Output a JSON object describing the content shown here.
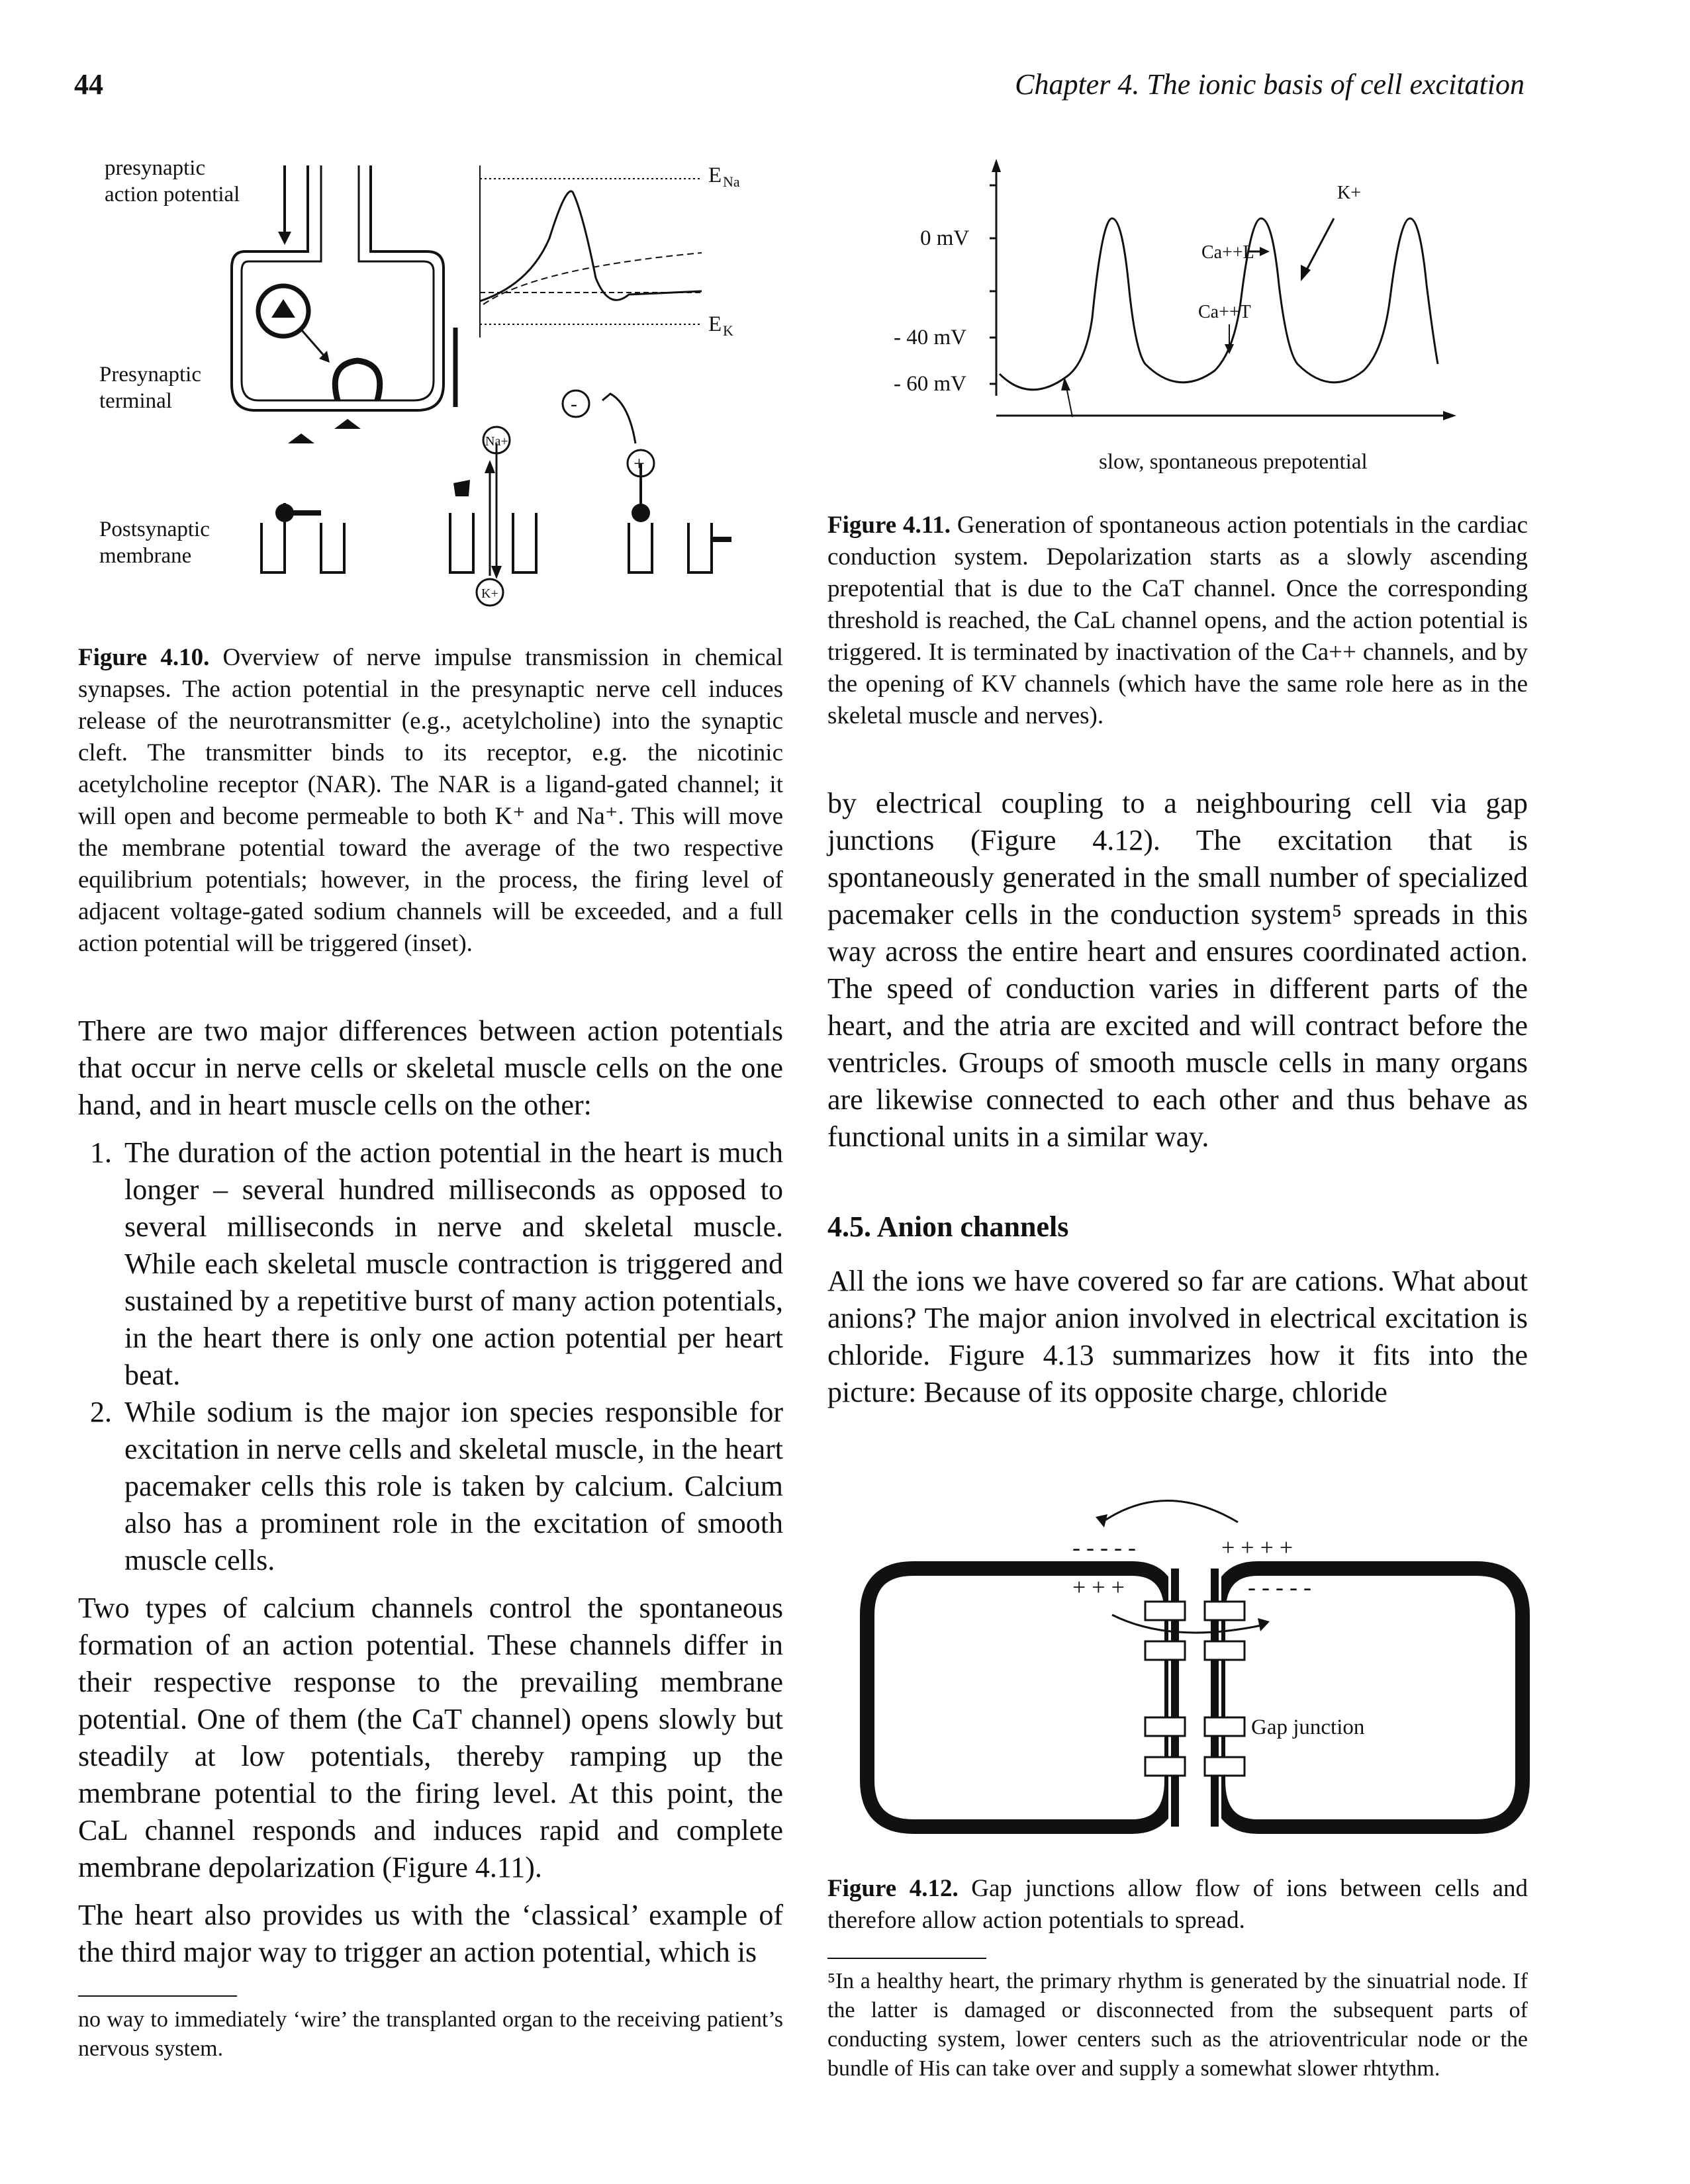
{
  "header": {
    "page_number": "44",
    "running_title": "Chapter 4. The ionic basis of cell excitation"
  },
  "fig410": {
    "labels": {
      "presynaptic_ap_line1": "presynaptic",
      "presynaptic_ap_line2": "action potential",
      "presynaptic_terminal_line1": "Presynaptic",
      "presynaptic_terminal_line2": "terminal",
      "postsynaptic_line1": "Postsynaptic",
      "postsynaptic_line2": "membrane",
      "e_na": "E",
      "e_na_sub": "Na",
      "e_k": "E",
      "e_k_sub": "K",
      "na_ion": "Na+",
      "k_ion": "K+",
      "minus": "-",
      "plus": "+"
    },
    "caption_label": "Figure 4.10.",
    "caption_text": "Overview of nerve impulse transmission in chemical synapses. The action potential in the presynaptic nerve cell induces release of the neurotransmitter (e.g., acetylcholine) into the synaptic cleft. The transmitter binds to its receptor, e.g. the nicotinic acetylcholine receptor (NAR). The NAR is a ligand-gated channel; it will open and become permeable to both K⁺ and Na⁺. This will move the membrane potential toward the average of the two respective equilibrium potentials; however, in the process, the firing level of adjacent voltage-gated sodium channels will be exceeded, and a full action potential will be triggered (inset)."
  },
  "fig411": {
    "labels": {
      "zero_mv": "0 mV",
      "minus40": "- 40 mV",
      "minus60": "- 60 mV",
      "ca_l": "Ca++L",
      "ca_t": "Ca++T",
      "k_plus": "K+",
      "prepotential": "slow, spontaneous prepotential"
    },
    "caption_label": "Figure 4.11.",
    "caption_text": "Generation of spontaneous action potentials in the cardiac conduction system. Depolarization starts as a slowly ascending prepotential that is due to the CaT channel. Once the corresponding threshold is reached, the CaL channel opens, and the action potential is triggered. It is terminated by inactivation of the Ca++ channels, and by the opening of KV channels (which have the same role here as in the skeletal muscle and nerves)."
  },
  "left_body": {
    "para1": "There are two major differences between action potentials that occur in nerve cells or skeletal muscle cells on the one hand, and in heart muscle cells on the other:",
    "items": [
      "The duration of the action potential in the heart is much longer – several hundred milliseconds as opposed to several milliseconds in nerve and skeletal muscle. While each skeletal muscle contraction is triggered and sustained by a repetitive burst of many action potentials, in the heart there is only one action potential per heart beat.",
      "While sodium is the major ion species responsible for excitation in nerve cells and skeletal muscle, in the heart pacemaker cells this role is taken by calcium. Calcium also has a prominent role in the excitation of smooth muscle cells."
    ],
    "para2": "Two types of calcium channels control the spontaneous formation of an action potential. These channels differ in their respective response to the prevailing membrane potential. One of them (the CaT channel) opens slowly but steadily at low potentials, thereby ramping up the membrane potential to the firing level. At this point, the CaL channel responds and induces rapid and complete membrane depolarization (Figure 4.11).",
    "para3": "The heart also provides us with the ‘classical’ example of the third major way to trigger an action potential, which is",
    "footnote_cont": "no way to immediately ‘wire’ the transplanted organ to the receiving patient’s nervous system."
  },
  "right_body": {
    "para1": "by electrical coupling to a neighbouring cell via gap junctions (Figure 4.12). The excitation that is spontaneously generated in the small number of specialized pacemaker cells in the conduction system⁵ spreads in this way across the entire heart and ensures coordinated action. The speed of conduction varies in different parts of the heart, and the atria are excited and will contract before the ventricles. Groups of smooth muscle cells in many organs are likewise connected to each other and thus behave as functional units in a similar way.",
    "section_heading": "4.5. Anion channels",
    "para2": "All the ions we have covered so far are cations. What about anions? The major anion involved in electrical excitation is chloride. Figure 4.13 summarizes how it fits into the picture: Because of its opposite charge, chloride",
    "footnote": "⁵In a healthy heart, the primary rhythm is generated by the sinuatrial node. If the latter is damaged or disconnected from the subsequent parts of conducting system, lower centers such as the atrioventricular node or the bundle of His can take over and supply a somewhat slower rhtythm."
  },
  "fig412": {
    "labels": {
      "minus_left": "- - - - -",
      "plus_right": "+ + + +",
      "plus_inner": "+ + +",
      "minus_inner": "- - - - -",
      "gap_junction": "Gap junction"
    },
    "caption_label": "Figure 4.12.",
    "caption_text": "Gap junctions allow flow of ions between cells and therefore allow action potentials to spread."
  }
}
